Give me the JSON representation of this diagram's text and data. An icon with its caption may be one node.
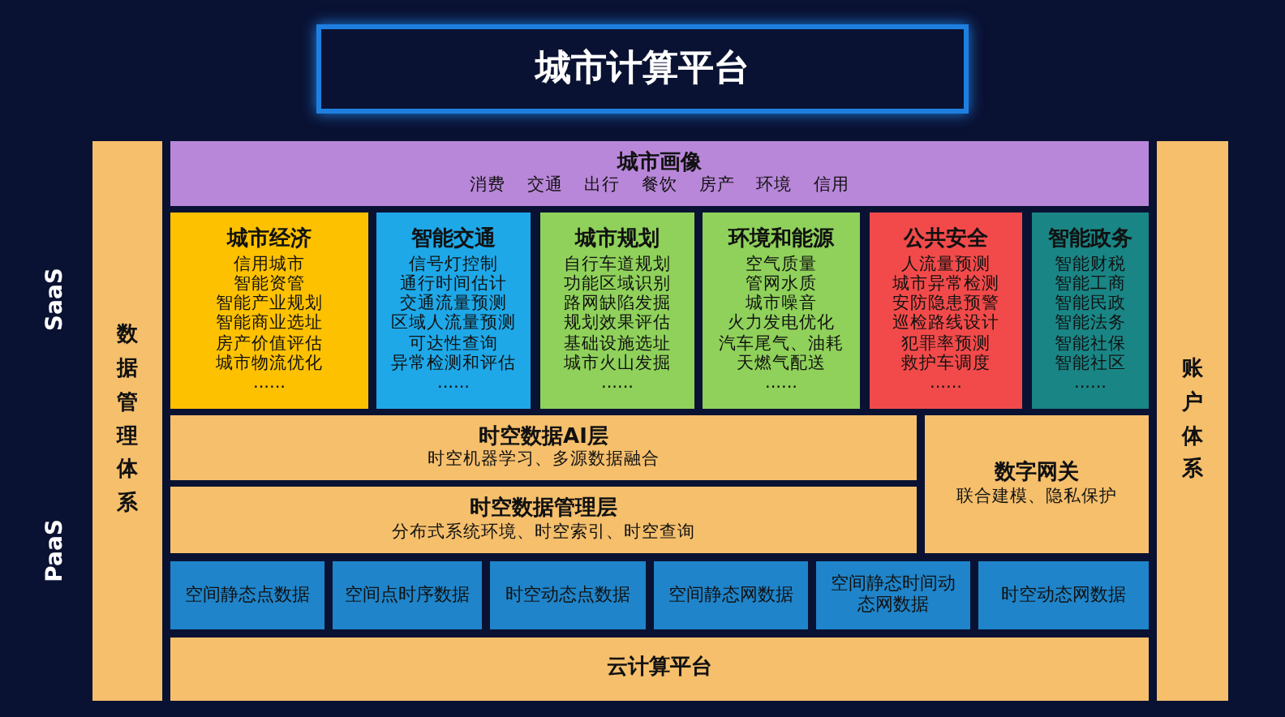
{
  "diagram": {
    "nodes": [
      {
        "text": [
          "城市计算平台"
        ]
      },
      {
        "text": [
          "数据管理体系"
        ]
      },
      {
        "text": [
          "城市画像",
          "消费 交通 出行 餐饮 房产 环境 信用"
        ]
      },
      {
        "text": [
          "城市经济",
          "信用城市",
          "智能资管",
          "智能产业规划",
          "智能商业选址",
          "房产价值评估",
          "城市物流优化",
          "......"
        ]
      },
      {
        "text": [
          "智能交通",
          "信号灯控制",
          "通行时间估计",
          "交通流量预测",
          "区域人流量预测",
          "可达性查询",
          "异常检测和评估",
          "......"
        ]
      },
      {
        "text": [
          "城市规划",
          "自行车道规划",
          "功能区域识别",
          "路网缺陷发掘",
          "规划效果评估",
          "基础设施选址",
          "城市火山发掘",
          "......"
        ]
      },
      {
        "text": [
          "环境和能源",
          "空气质量",
          "管网水质",
          "城市噪音",
          "火力发电优化",
          "汽车尾气、油耗",
          "天燃气配送",
          "......"
        ]
      },
      {
        "text": [
          "公共安全",
          "人流量预测",
          "城市异常检测",
          "安防隐患预警",
          "巡检路线设计",
          "犯罪率预测",
          "救护车调度",
          "......"
        ]
      },
      {
        "text": [
          "智能政务",
          "智能财税",
          "智能工商",
          "智能民政",
          "智能法务",
          "智能社保",
          "智能社区",
          "......"
        ]
      },
      {
        "text": [
          "时空数据AI层",
          "时空机器学习、多源数据融合"
        ]
      },
      {
        "text": [
          "时空数据管理层",
          "分布式系统环境、时空索引、时空查询"
        ]
      },
      {
        "text": [
          "数字网关",
          "联合建模、隐私保护"
        ]
      },
      {
        "text": [
          "空间静态点数据"
        ]
      },
      {
        "text": [
          "空间点时序数据"
        ]
      },
      {
        "text": [
          "时空动态点数据"
        ]
      },
      {
        "text": [
          "空间静态网数据"
        ]
      },
      {
        "text": [
          "空间静态时间动态网数据"
        ]
      },
      {
        "text": [
          "时空动态网数据"
        ]
      },
      {
        "text": [
          "云计算平台"
        ]
      },
      {
        "text": [
          "账户体系"
        ]
      }
    ],
    "labels": [
      "SaaS",
      "PaaS"
    ]
  }
}
